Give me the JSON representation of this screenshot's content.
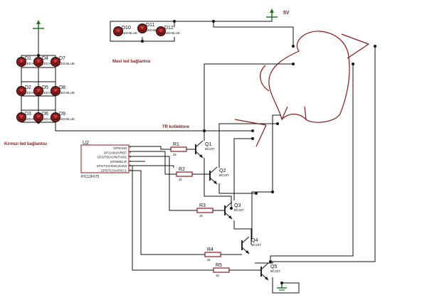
{
  "supply": {
    "label": "5V"
  },
  "notes": {
    "red_leds": "Kırmızı led bağlantısı",
    "blue_leds": "Mavi led bağlantısı",
    "collector": "TR kollektore"
  },
  "leds": [
    {
      "ref": "D1",
      "value": "LED-RED"
    },
    {
      "ref": "D2",
      "value": "LED-RED"
    },
    {
      "ref": "D3",
      "value": "LED-RED"
    },
    {
      "ref": "D4",
      "value": "LED-RED"
    },
    {
      "ref": "D5",
      "value": "LED-RED"
    },
    {
      "ref": "D6",
      "value": "LED-RED"
    },
    {
      "ref": "D7",
      "value": "LED-BLUE"
    },
    {
      "ref": "D8",
      "value": "LED-BLUE"
    },
    {
      "ref": "D9",
      "value": "LED-BLUE"
    },
    {
      "ref": "D10",
      "value": "LED-BLUE"
    },
    {
      "ref": "D11",
      "value": "LED-BLUE"
    },
    {
      "ref": "D12",
      "value": "LED-BLUE"
    }
  ],
  "mcu": {
    "ref": "U2",
    "part": "PIC12F675",
    "pins": [
      {
        "num": "7",
        "name": "GP0/AN0"
      },
      {
        "num": "6",
        "name": "GP1/AN1/VREF"
      },
      {
        "num": "5",
        "name": "GP2/T0CKI/INT/AN2"
      },
      {
        "num": "4",
        "name": "GP3/MCLR"
      },
      {
        "num": "3",
        "name": "GP4/T1G/OSC2/AN3"
      },
      {
        "num": "2",
        "name": "GP5/T1CKI/OSC1"
      }
    ]
  },
  "resistors": [
    {
      "ref": "R1",
      "value": "1k"
    },
    {
      "ref": "R2",
      "value": "1k"
    },
    {
      "ref": "R3",
      "value": "1k"
    },
    {
      "ref": "R4",
      "value": "1k"
    },
    {
      "ref": "R5",
      "value": "1k"
    }
  ],
  "transistors": [
    {
      "ref": "Q1",
      "part": "BC237"
    },
    {
      "ref": "Q2",
      "part": "BC237"
    },
    {
      "ref": "Q3",
      "part": "BC237"
    },
    {
      "ref": "Q4",
      "part": "BC237"
    },
    {
      "ref": "Q5",
      "part": "BC237"
    }
  ]
}
